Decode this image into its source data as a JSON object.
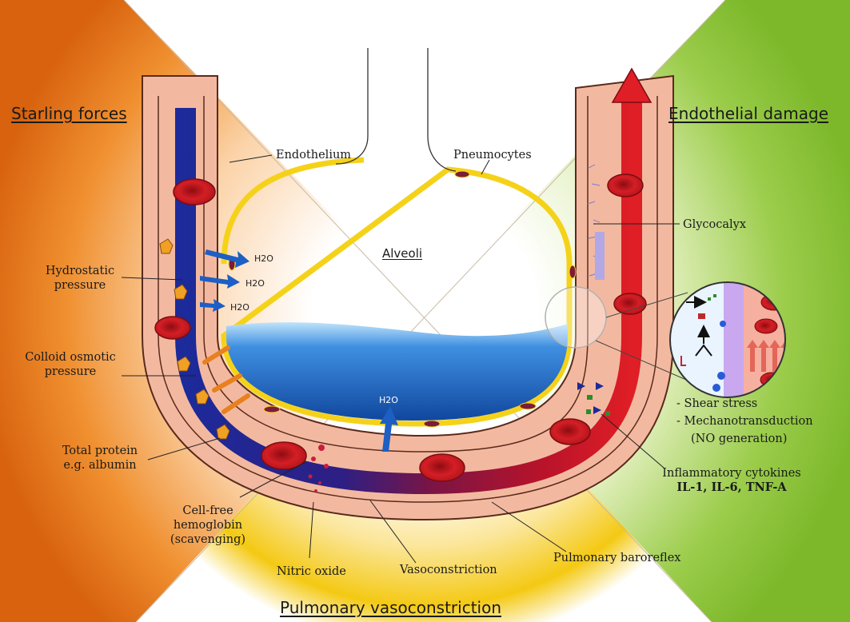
{
  "headers": {
    "starling": "Starling forces",
    "endothelial": "Endothelial damage",
    "vasoconstriction": "Pulmonary vasoconstriction"
  },
  "labels": {
    "endothelium": "Endothelium",
    "pneumocytes": "Pneumocytes",
    "alveoli": "Alveoli",
    "glycocalyx": "Glycocalyx",
    "hydrostatic_1": "Hydrostatic",
    "hydrostatic_2": "pressure",
    "colloid_1": "Colloid osmotic",
    "colloid_2": "pressure",
    "protein_1": "Total protein",
    "protein_2": "e.g. albumin",
    "hemoglobin_1": "Cell-free",
    "hemoglobin_2": "hemoglobin",
    "hemoglobin_3": "(scavenging)",
    "nitric_oxide": "Nitric oxide",
    "vasoconstriction": "Vasoconstriction",
    "baroreflex": "Pulmonary baroreflex",
    "shear": "- Shear stress",
    "mechano": "- Mechanotransduction",
    "no_gen": "(NO generation)",
    "cytokines_1": "Inflammatory cytokines",
    "cytokines_2": "IL-1, IL-6, TNF-A",
    "h2o": "H2O"
  },
  "colors": {
    "orange_sector": "#e8741a",
    "green_sector": "#8cc63f",
    "yellow_sector": "#f2c200",
    "tissue": "#f3b9a0",
    "vessel_blue": "#1c2a9a",
    "vessel_red": "#d81f26",
    "fluid_blue": "#1d5fc4",
    "membrane_yellow": "#f5d21a",
    "albumin": "#f0a023"
  }
}
